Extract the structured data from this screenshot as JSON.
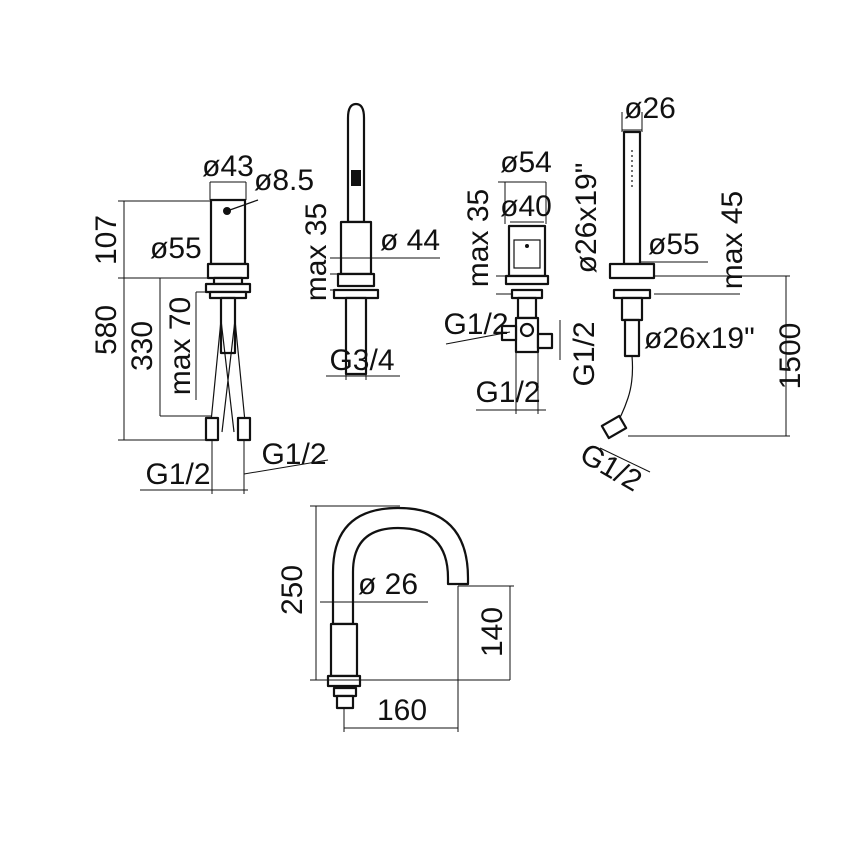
{
  "colors": {
    "line": "#111111",
    "background": "#ffffff"
  },
  "mixer": {
    "d_top": "ø43",
    "d_lever": "ø8.5",
    "d_base": "ø55",
    "h_body": "107",
    "h_total": "580",
    "h_hose": "330",
    "max_deck": "max 70",
    "thread_left": "G1/2",
    "thread_right": "G1/2"
  },
  "spout_side": {
    "max_deck": "max 35",
    "diameter": "ø 44",
    "thread": "G3/4"
  },
  "diverter": {
    "d_outer": "ø54",
    "d_inner": "ø40",
    "max_deck": "max 35",
    "d_oval": "ø26x19\"",
    "thread_side": "G1/2",
    "thread_bottom": "G1/2",
    "thread_vertical": "G1/2"
  },
  "hand_shower": {
    "d_head": "ø26",
    "d_base": "ø55",
    "max_deck": "max 45",
    "d_oval": "ø26x19\"",
    "hose_length": "1500",
    "thread": "G1/2"
  },
  "spout": {
    "height": "250",
    "diameter": "ø 26",
    "outlet_height": "140",
    "reach": "160"
  }
}
